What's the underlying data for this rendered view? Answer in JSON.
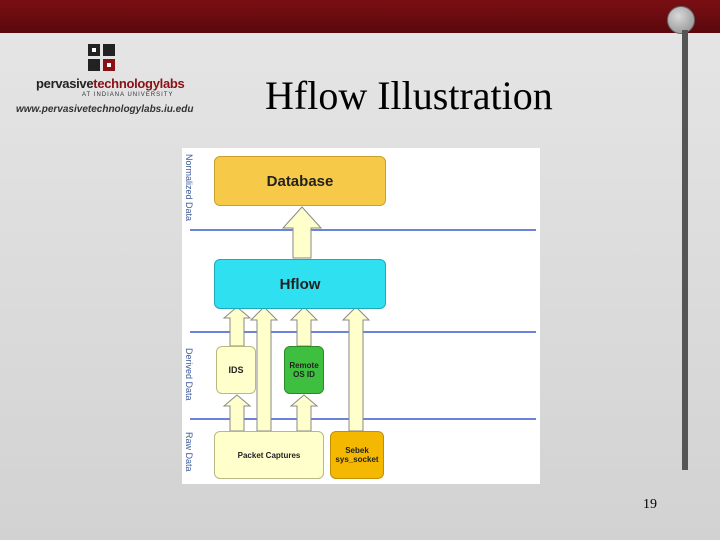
{
  "slide": {
    "title": "Hflow Illustration",
    "page_number": "19"
  },
  "logo": {
    "name_part1": "pervasive",
    "name_part2": "technologylabs",
    "subtitle": "AT INDIANA UNIVERSITY",
    "url": "www.pervasivetechnologylabs.iu.edu"
  },
  "diagram": {
    "band_labels": {
      "normalized": "Normalized Data",
      "derived": "Derived Data",
      "raw": "Raw Data"
    },
    "boxes": {
      "database": "Database",
      "hflow": "Hflow",
      "ids": "IDS",
      "remote_os_id_line1": "Remote",
      "remote_os_id_line2": "OS ID",
      "packet_captures": "Packet Captures",
      "sebek_line1": "Sebek",
      "sebek_line2": "sys_socket"
    },
    "colors": {
      "database": "#f7c948",
      "hflow": "#2fe0f0",
      "ids": "#ffffcc",
      "remote_os_id": "#3fbf3f",
      "packet_captures": "#ffffcc",
      "sebek": "#f5b800",
      "arrow_fill": "#ffffcc",
      "line": "#6b84d6"
    }
  }
}
